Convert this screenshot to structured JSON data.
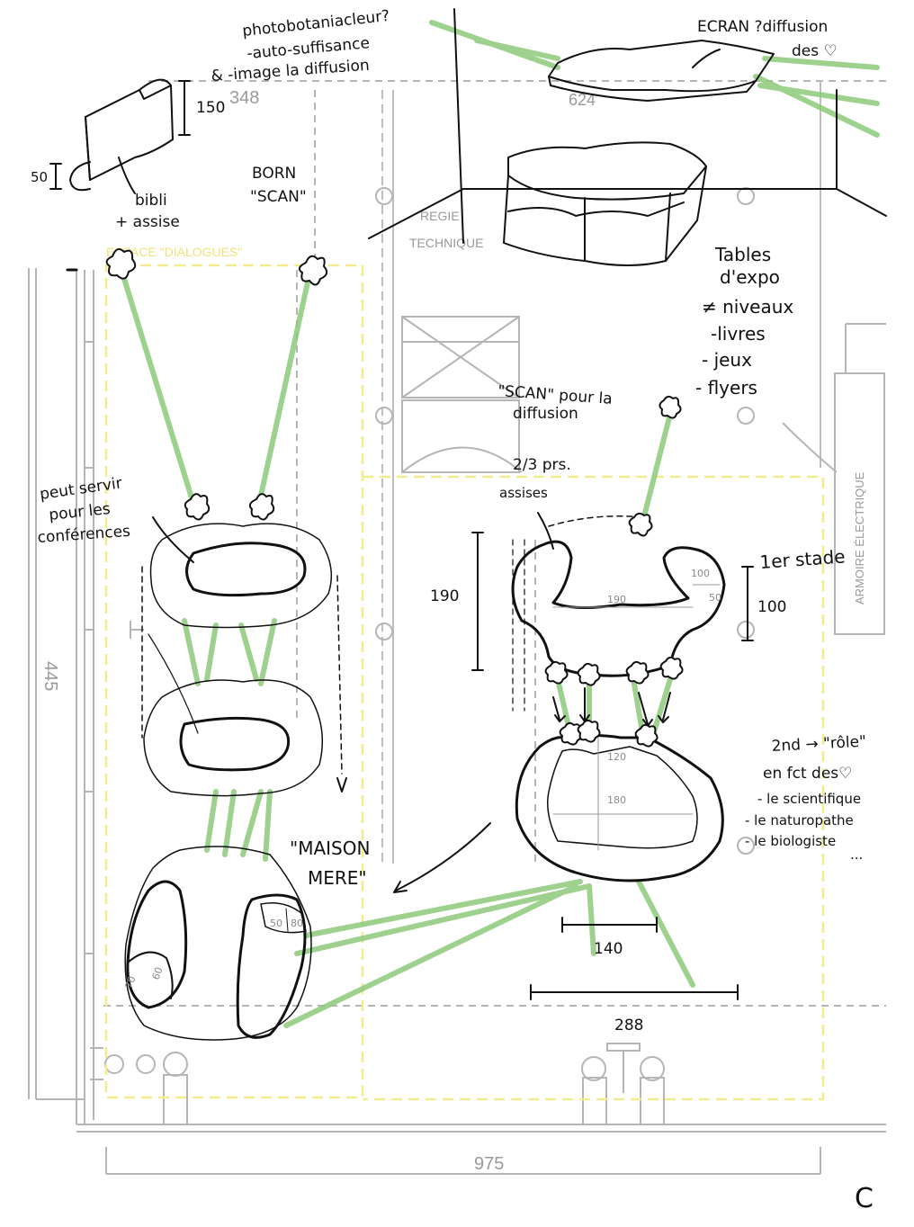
{
  "colors": {
    "ink": "#111111",
    "plan": "#9a9a9a",
    "plan_light": "#c4c4c4",
    "green": "#8cc97a",
    "yellow": "#f3ec8c"
  },
  "plan": {
    "dim_top_left": "348",
    "dim_top_right": "624",
    "dim_bottom": "975",
    "dim_left": "445",
    "regie": "REGIE",
    "technique": "TECHNIQUE",
    "armoire": "ARMOIRE ÉLECTRIQUE",
    "espace": "ESPACE \"DIALOGUES\""
  },
  "notes": {
    "photo_1": "photobotaniacleur?",
    "photo_2": "-auto-suffisance",
    "photo_3": "& -image la diffusion",
    "ecran_1": "ECRAN ?diffusion",
    "ecran_2": "des ♡",
    "biblio_1": "bibli",
    "biblio_2": "+ assise",
    "born_1": "BORN",
    "born_2": "\"SCAN\"",
    "tables_1": "Tables",
    "tables_2": "d'expo",
    "tables_3": "≠ niveaux",
    "tables_4": "-livres",
    "tables_5": "- jeux",
    "tables_6": "- flyers",
    "scan_1": "\"SCAN\" pour la",
    "scan_2": "diffusion",
    "assises_1": "2/3 prs.",
    "assises_2": "assises",
    "conf_1": "peut servir",
    "conf_2": "pour les",
    "conf_3": "conférences",
    "stade_1": "1er stade",
    "maison_1": "\"MAISON",
    "maison_2": "MERE\"",
    "role_1": "2nd → \"rôle\"",
    "role_2": "en fct des♡",
    "role_3": "- le scientifique",
    "role_4": "- le naturopathe",
    "role_5": "- le biologiste",
    "role_6": "...",
    "corner": "C"
  },
  "dims": {
    "d150": "150",
    "d50": "50",
    "d190": "190",
    "d190_inner": "190",
    "d100": "100",
    "d100_small": "100",
    "d100_small_2": "50",
    "d120": "120",
    "d180": "180",
    "d140": "140",
    "d288": "288",
    "d70": "70",
    "d60": "60",
    "d50b": "50",
    "d80": "80"
  }
}
